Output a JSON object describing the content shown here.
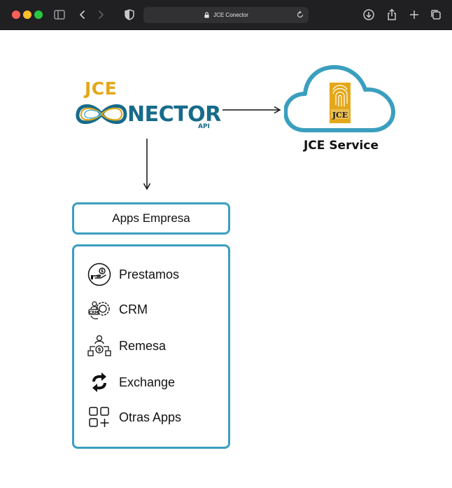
{
  "browser": {
    "url_text": "JCE Conector"
  },
  "logo": {
    "brand_top": "JCE",
    "brand_main": "NECTOR",
    "brand_sub": "API"
  },
  "service": {
    "badge_text": "JCE",
    "label": "JCE Service"
  },
  "apps": {
    "header": "Apps Empresa",
    "items": [
      {
        "label": "Prestamos",
        "icon": "loan-hand-icon"
      },
      {
        "label": "CRM",
        "icon": "crm-gear-icon"
      },
      {
        "label": "Remesa",
        "icon": "remittance-icon"
      },
      {
        "label": "Exchange",
        "icon": "exchange-arrows-icon"
      },
      {
        "label": "Otras Apps",
        "icon": "apps-grid-icon"
      }
    ]
  },
  "colors": {
    "brand_gold": "#e3a81a",
    "brand_blue": "#176b8a",
    "box_border": "#3a9fbe",
    "cloud_stroke": "#3a9fbe"
  }
}
